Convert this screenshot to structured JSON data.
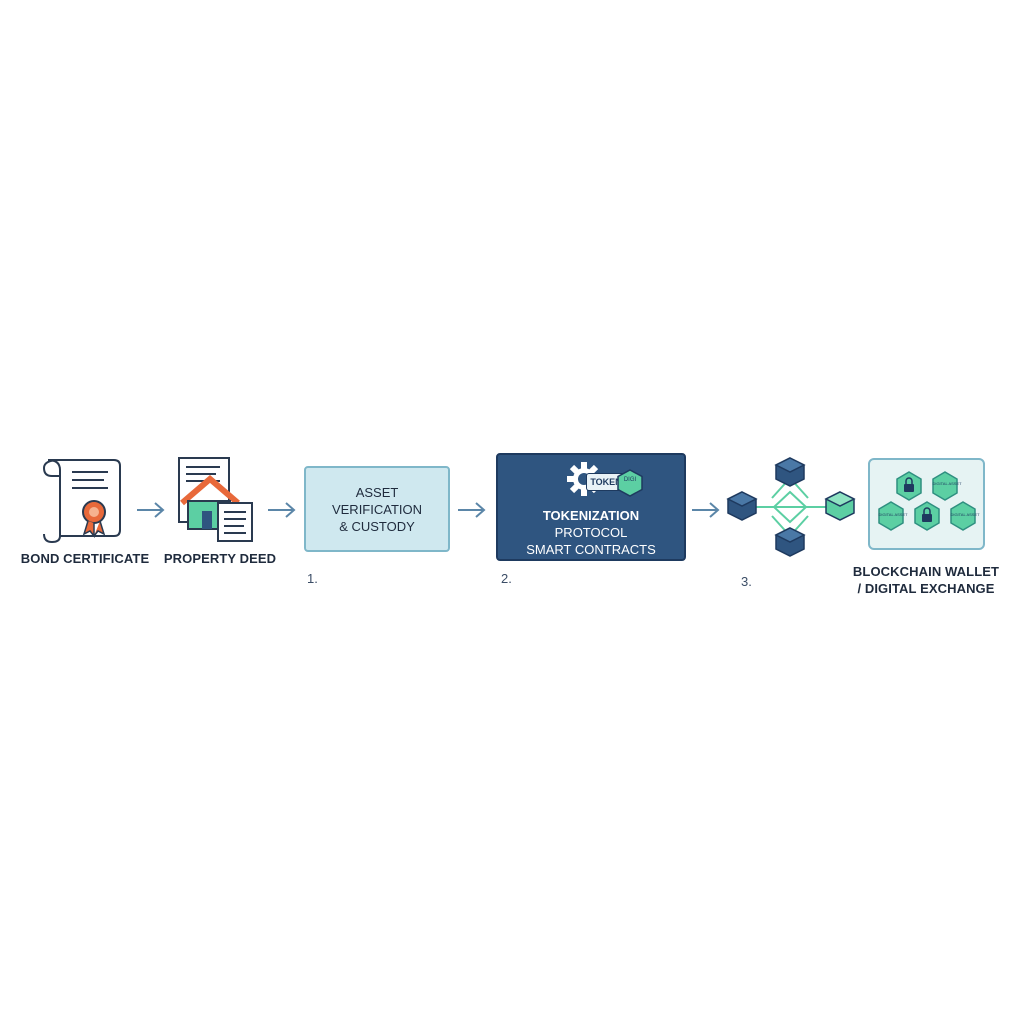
{
  "assets": {
    "bond_label": "BOND CERTIFICATE",
    "deed_label": "PROPERTY DEED"
  },
  "steps": {
    "step1": {
      "number": "1.",
      "lines": [
        "ASSET",
        "VERIFICATION",
        "& CUSTODY"
      ]
    },
    "step2": {
      "number": "2.",
      "badge_text": "TOKEN",
      "badge_small": "DIGI",
      "lines": [
        "TOKENIZATION",
        "PROTOCOL",
        "SMART CONTRACTS"
      ]
    },
    "step3": {
      "number": "3."
    }
  },
  "destination": {
    "lines": [
      "BLOCKCHAIN WALLET",
      "/ DIGITAL EXCHANGE"
    ],
    "hex_labels": [
      "DIGITAL ASSET",
      "DIGITAL ASSET",
      "DIGITAL ASSET"
    ]
  },
  "colors": {
    "navy": "#2f5580",
    "light_teal": "#cfe8ef",
    "green": "#5ccfa3",
    "orange": "#e8693a",
    "arrow": "#5b86a8"
  }
}
